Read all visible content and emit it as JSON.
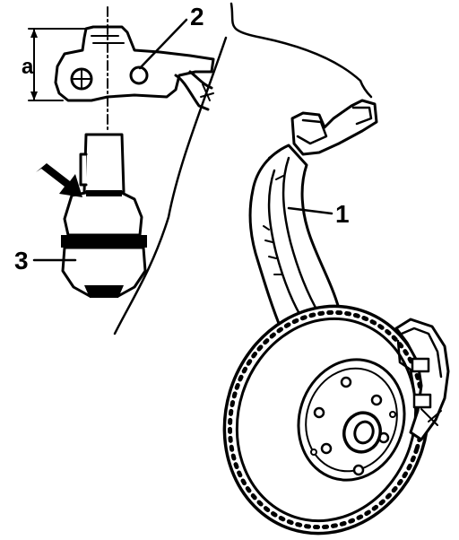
{
  "labels": {
    "part_1": "1",
    "part_2": "2",
    "part_3": "3",
    "dimension_a": "a"
  },
  "colors": {
    "line": "#000000",
    "background": "#ffffff"
  }
}
